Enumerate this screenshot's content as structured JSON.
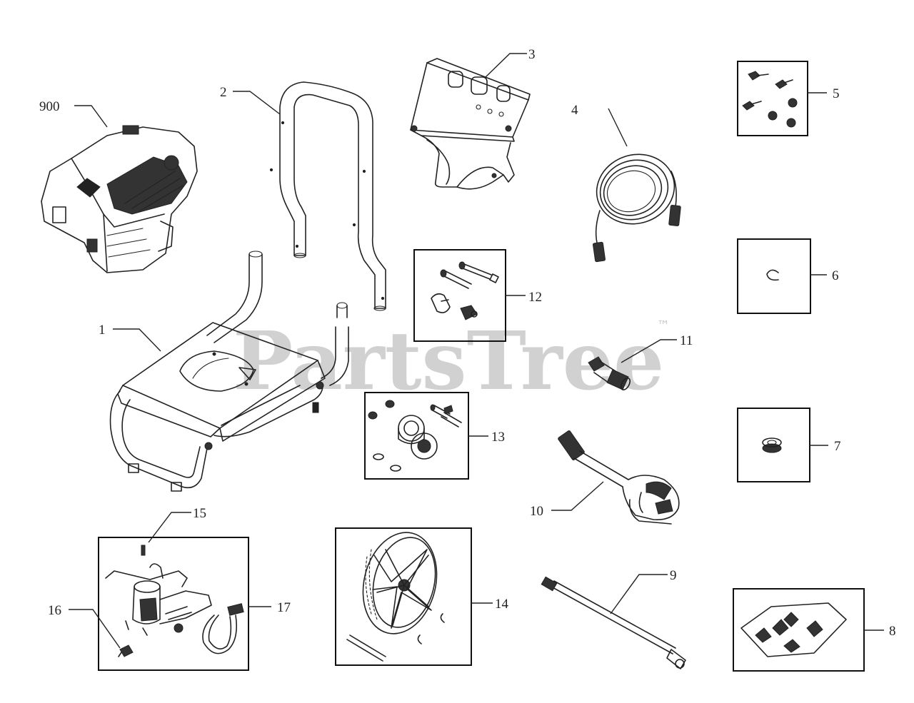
{
  "watermark": {
    "text": "PartsTree",
    "trademark": "™"
  },
  "callouts": {
    "c900": "900",
    "c1": "1",
    "c2": "2",
    "c3": "3",
    "c4": "4",
    "c5": "5",
    "c6": "6",
    "c7": "7",
    "c8": "8",
    "c9": "9",
    "c10": "10",
    "c11": "11",
    "c12": "12",
    "c13": "13",
    "c14": "14",
    "c15": "15",
    "c16": "16",
    "c17": "17"
  }
}
